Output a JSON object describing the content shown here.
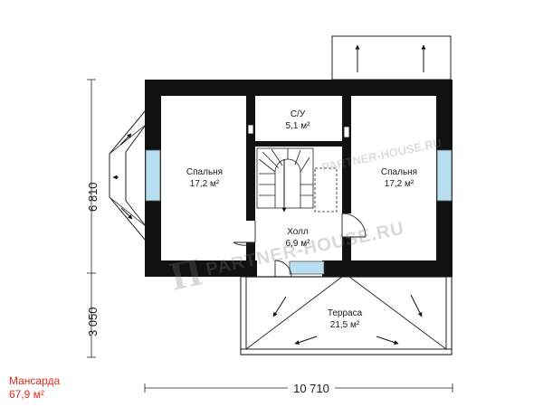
{
  "rooms": {
    "bedroom_left": {
      "name": "Спальня",
      "area": "17,2 м²"
    },
    "bathroom": {
      "name": "С/У",
      "area": "5,1 м²"
    },
    "bedroom_right": {
      "name": "Спальня",
      "area": "17,2 м²"
    },
    "hall": {
      "name": "Холл",
      "area": "6,9 м²"
    },
    "terrace": {
      "name": "Терраса",
      "area": "21,5 м²"
    }
  },
  "dimensions": {
    "height_upper": "6 810",
    "height_lower": "3 050",
    "width": "10 710"
  },
  "watermark": {
    "letter": "П",
    "text": "PARTNER-HOUSE.RU",
    "top_text": "PARTNER-HOUSE.RU"
  },
  "floor": {
    "name": "Мансарда",
    "area": "67,9 м²"
  },
  "colors": {
    "wall": "#111111",
    "window": "#b9e0f2",
    "caption": "#e8261e"
  }
}
